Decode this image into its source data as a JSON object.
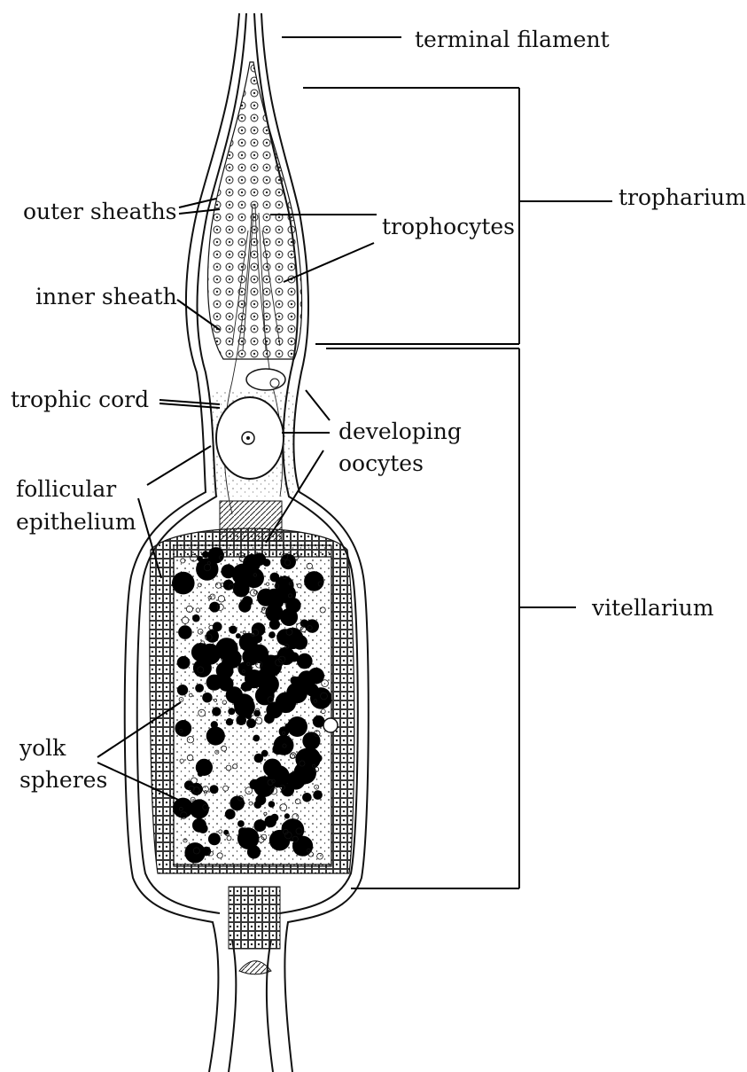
{
  "diagram": {
    "labels": {
      "terminal_filament": "terminal filament",
      "tropharium": "tropharium",
      "outer_sheaths": "outer sheaths",
      "trophocytes": "trophocytes",
      "inner_sheath": "inner sheath",
      "trophic_cord": "trophic cord",
      "developing": "developing",
      "oocytes": "oocytes",
      "follicular": "follicular",
      "epithelium": "epithelium",
      "vitellarium": "vitellarium",
      "yolk": "yolk",
      "spheres": "spheres"
    }
  }
}
